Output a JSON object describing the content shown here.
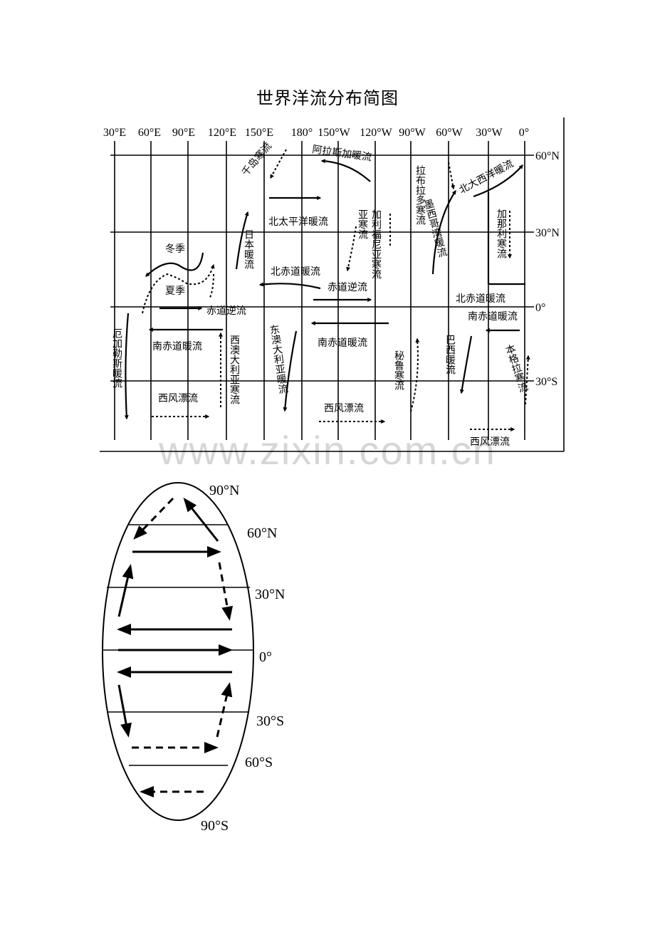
{
  "title": "世界洋流分布简图",
  "watermark": "www.zixin.com.cn",
  "map": {
    "longitudes": [
      "30°E",
      "60°E",
      "90°E",
      "120°E",
      "150°E",
      "180°",
      "150°W",
      "120°W",
      "90°W",
      "60°W",
      "30°W",
      "0°"
    ],
    "latitudes": [
      "60°N",
      "30°N",
      "0°",
      "30°S"
    ],
    "labels": {
      "alaska": "阿拉斯加暖流",
      "oyashio": "千岛寒流",
      "north_pacific": "北太平洋暖流",
      "kuroshio": "日本暖流",
      "north_eq_pacific": "北赤道暖流",
      "eq_counter_pacific": "赤道逆流",
      "eq_counter_indian": "赤道逆流",
      "south_eq_indian": "南赤道暖流",
      "south_eq_pacific": "南赤道暖流",
      "california": "加利福尼亚寒流",
      "sub_arctic": "亚寒流",
      "labrador": "拉布拉多寒流",
      "gulf_stream": "墨西哥湾暖流",
      "north_atlantic": "北大西洋暖流",
      "canary": "加那利寒流",
      "north_eq_atlantic": "北赤道暖流",
      "south_eq_atlantic": "南赤道暖流",
      "winter": "冬季",
      "summer": "夏季",
      "agulhas": "厄加勒斯暖流",
      "west_australian": "西澳大利亚寒流",
      "east_australian": "东澳大利亚暖流",
      "peru": "秘鲁寒流",
      "brazil": "巴西暖流",
      "benguela": "本格拉寒流",
      "wwd_indian": "西风漂流",
      "wwd_pacific": "西风漂流",
      "wwd_atlantic": "西风漂流"
    }
  },
  "model": {
    "latitudes": [
      "90°N",
      "60°N",
      "30°N",
      "0°",
      "30°S",
      "60°S",
      "90°S"
    ]
  }
}
